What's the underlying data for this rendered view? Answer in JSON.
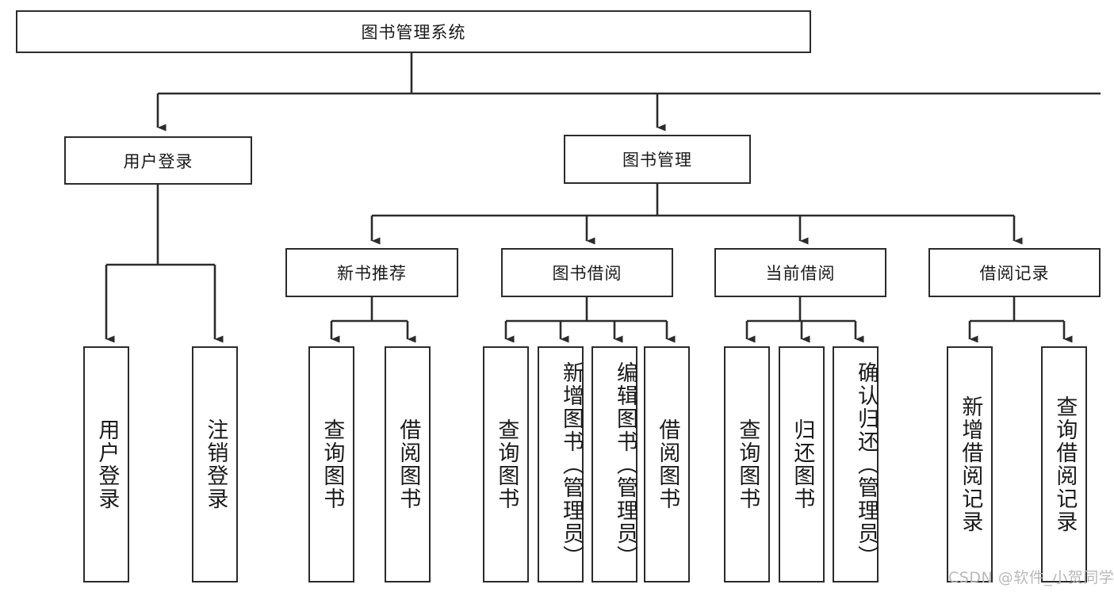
{
  "diagram": {
    "type": "tree-hierarchy-chart",
    "title": "图书管理系统",
    "watermark": "CSDN @软件_小贺同学",
    "colors": {
      "stroke": "#2b2b2b",
      "fill": "#ffffff",
      "text": "#1a1a1a",
      "watermark": "#b9b9b9"
    },
    "nodes": {
      "root": {
        "label": "图书管理系统"
      },
      "level2": [
        {
          "id": "user-login",
          "label": "用户登录"
        },
        {
          "id": "book-manage",
          "label": "图书管理"
        }
      ],
      "level3": [
        {
          "id": "new-book-recommend",
          "label": "新书推荐"
        },
        {
          "id": "book-borrow",
          "label": "图书借阅"
        },
        {
          "id": "current-borrow",
          "label": "当前借阅"
        },
        {
          "id": "borrow-record",
          "label": "借阅记录"
        }
      ],
      "leaves": {
        "user_login": [
          {
            "id": "leaf-user-login",
            "label": "用户登录"
          },
          {
            "id": "leaf-logout-login",
            "label": "注销登录"
          }
        ],
        "new_book_recommend": [
          {
            "id": "leaf-query-book-1",
            "label": "查询图书"
          },
          {
            "id": "leaf-borrow-book-1",
            "label": "借阅图书"
          }
        ],
        "book_borrow": [
          {
            "id": "leaf-query-book-2",
            "label": "查询图书"
          },
          {
            "id": "leaf-add-book-admin",
            "label": "新增图书（管理员）"
          },
          {
            "id": "leaf-edit-book-admin",
            "label": "编辑图书（管理员）"
          },
          {
            "id": "leaf-borrow-book-2",
            "label": "借阅图书"
          }
        ],
        "current_borrow": [
          {
            "id": "leaf-query-book-3",
            "label": "查询图书"
          },
          {
            "id": "leaf-return-book",
            "label": "归还图书"
          },
          {
            "id": "leaf-confirm-return-admin",
            "label": "确认归还（管理员）"
          }
        ],
        "borrow_record": [
          {
            "id": "leaf-add-borrow-record",
            "label": "新增借阅记录"
          },
          {
            "id": "leaf-query-borrow-record",
            "label": "查询借阅记录"
          }
        ]
      }
    }
  }
}
